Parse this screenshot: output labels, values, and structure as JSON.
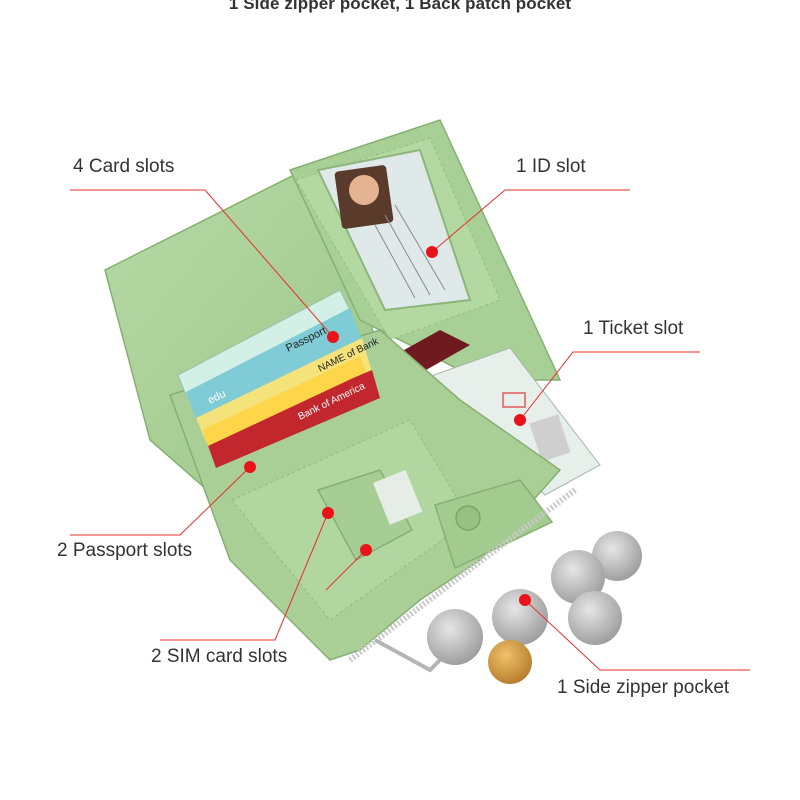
{
  "title": "1 Side zipper pocket, 1 Back patch pocket",
  "callouts": {
    "card_slots": "4 Card slots",
    "id_slot": "1 ID slot",
    "ticket_slot": "1 Ticket slot",
    "passport_slots": "2 Passport slots",
    "sim_card_slots": "2 SIM card slots",
    "side_zipper_pocket": "1 Side zipper pocket"
  },
  "card_texts": {
    "card1": "Passport",
    "card2": "NAME of Bank",
    "card3": "edu",
    "card4": "Bank of America"
  },
  "colors": {
    "leather": "#a9cf97",
    "leather_dark": "#8fbb7c",
    "callout_line": "#e8302a",
    "callout_dot": "#e8141a",
    "background": "#ffffff"
  }
}
